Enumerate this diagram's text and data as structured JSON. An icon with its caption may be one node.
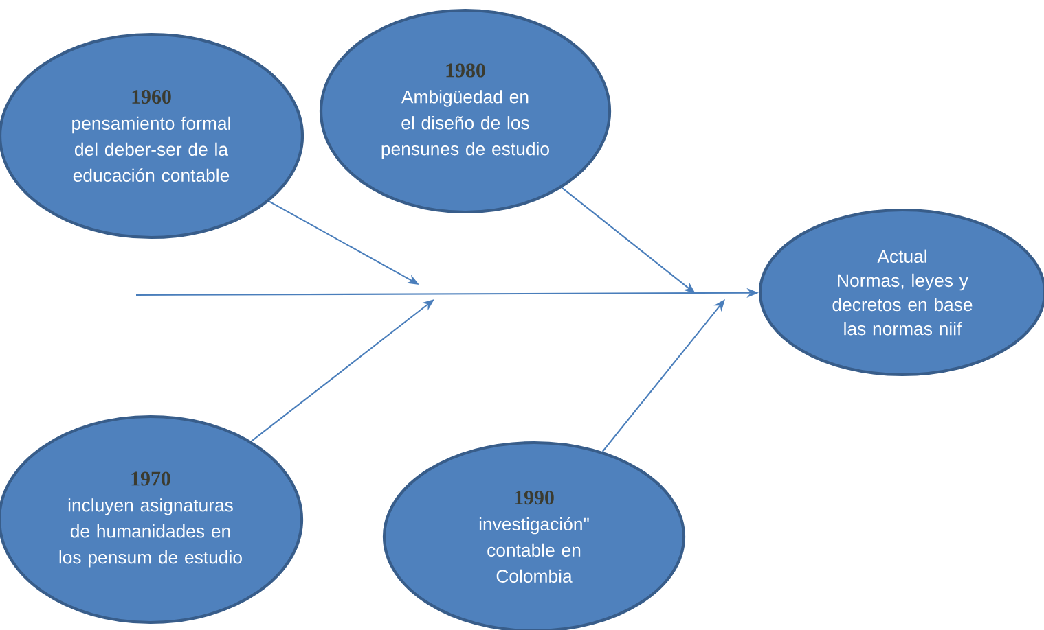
{
  "diagram": {
    "nodes": [
      {
        "text": [
          "1960",
          "pensamiento formal del deber-ser de la educación contable"
        ]
      },
      {
        "text": [
          "1980",
          "Ambigüedad en el diseño de los pensunes de estudio"
        ]
      },
      {
        "text": [
          "Actual",
          "Normas, leyes y decretos en base las normas niif"
        ]
      },
      {
        "text": [
          "1970",
          "incluyen asignaturas de humanidades en los pensum de estudio"
        ]
      },
      {
        "text": [
          "1990",
          "investigación\" contable en Colombia"
        ]
      }
    ],
    "edges": [
      {
        "from": null,
        "to": 2,
        "arrow": "to"
      },
      {
        "from": 0,
        "to": null,
        "arrow": "to"
      },
      {
        "from": 1,
        "to": null,
        "arrow": "to"
      },
      {
        "from": 3,
        "to": null,
        "arrow": "to"
      },
      {
        "from": 4,
        "to": null,
        "arrow": "to"
      }
    ]
  }
}
